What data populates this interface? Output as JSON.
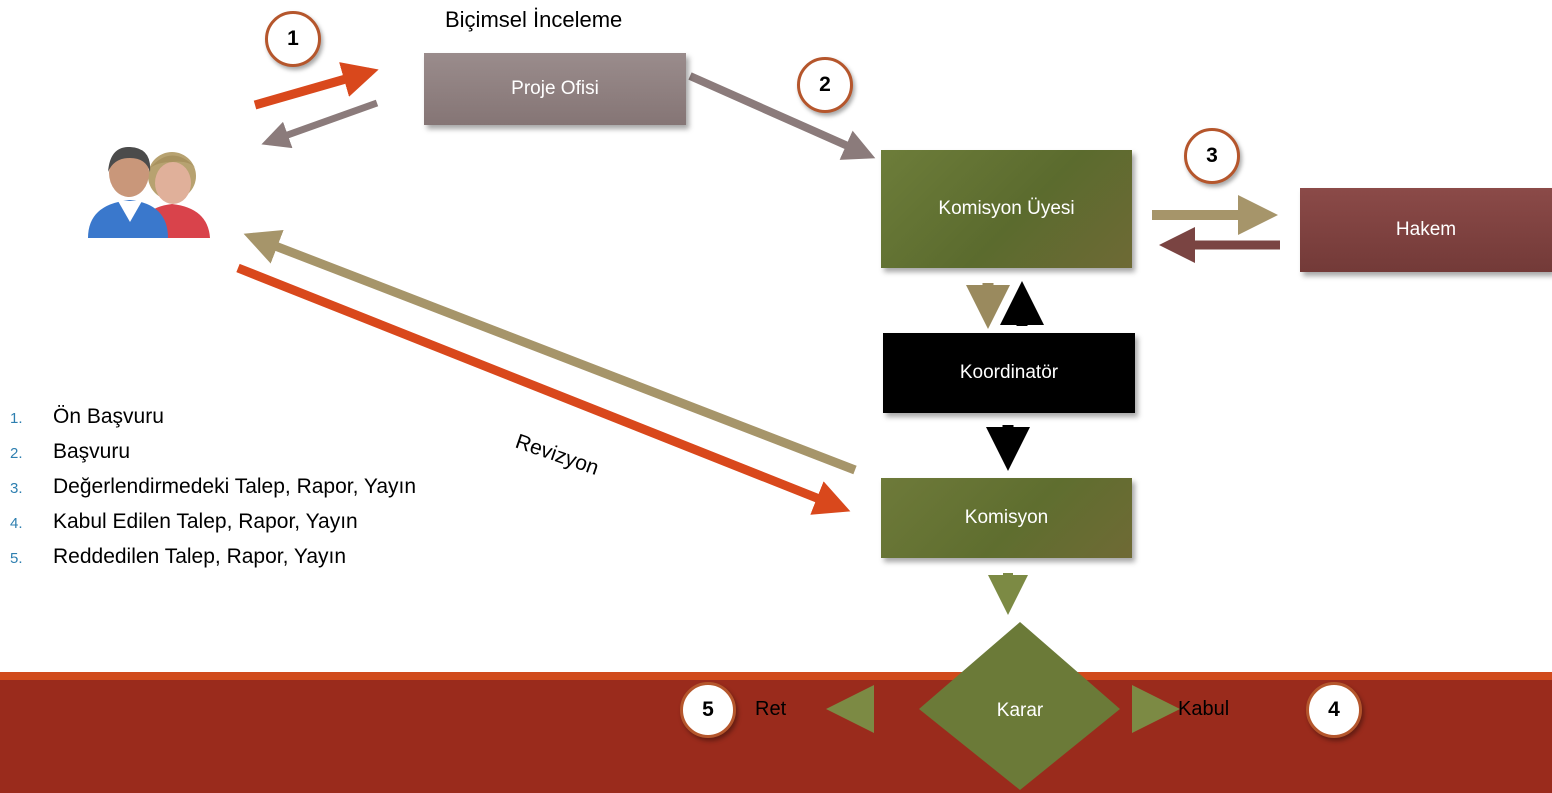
{
  "title_label": "Biçimsel İnceleme",
  "boxes": {
    "proje_ofisi": "Proje Ofisi",
    "komisyon_uyesi": "Komisyon Üyesi",
    "hakem": "Hakem",
    "koordinator": "Koordinatör",
    "komisyon": "Komisyon",
    "karar": "Karar"
  },
  "steps": [
    "1",
    "2",
    "3",
    "4",
    "5"
  ],
  "labels": {
    "revizyon": "Revizyon",
    "ret": "Ret",
    "kabul": "Kabul"
  },
  "legend": [
    {
      "num": "1.",
      "text": "Ön Başvuru"
    },
    {
      "num": "2.",
      "text": "Başvuru"
    },
    {
      "num": "3.",
      "text": "Değerlendirmedeki Talep, Rapor, Yayın"
    },
    {
      "num": "4.",
      "text": "Kabul Edilen Talep, Rapor, Yayın"
    },
    {
      "num": "5.",
      "text": "Reddedilen Talep, Rapor, Yayın"
    }
  ],
  "colors": {
    "orange_red": "#d9481c",
    "grey_brown": "#8b7b7b",
    "tan": "#a6956a",
    "olive": "#6b7a38",
    "black": "#000000",
    "footer": "#9a2b1c"
  }
}
